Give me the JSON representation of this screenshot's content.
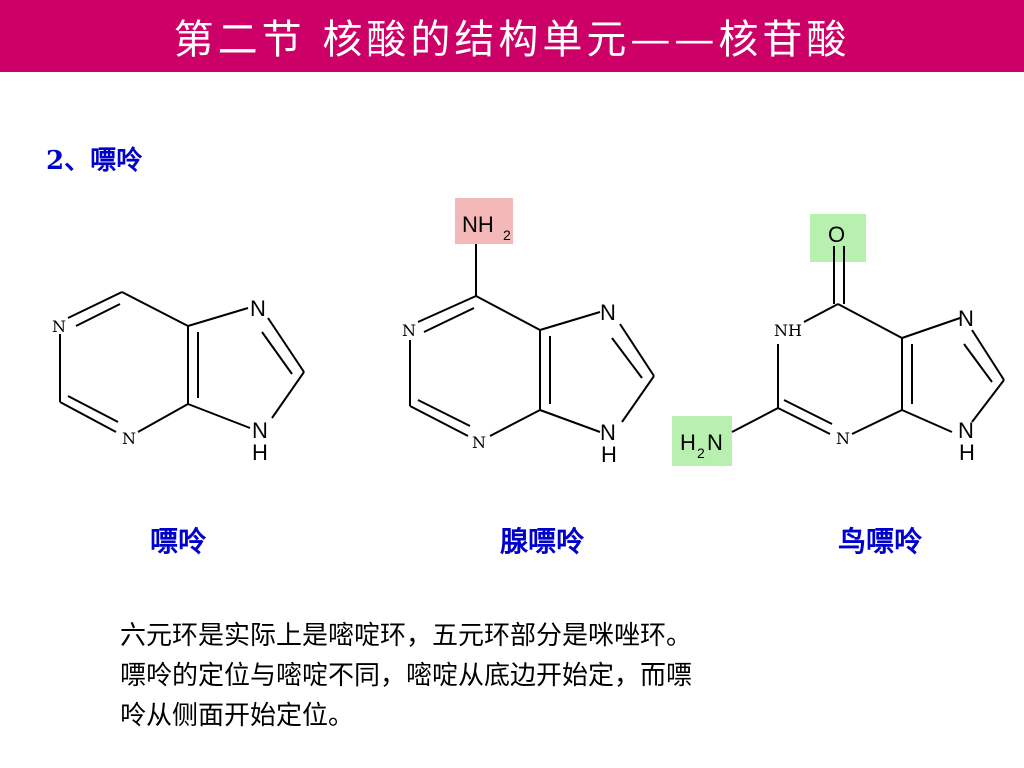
{
  "header": {
    "title": "第二节  核酸的结构单元——核苷酸",
    "background_color": "#cc0066"
  },
  "section": {
    "heading": "2、嘌呤",
    "heading_color": "#0000cc"
  },
  "structures": {
    "purine": {
      "name": "嘌呤",
      "atoms": {
        "n1": "N",
        "n3": "N",
        "n7": "N",
        "n9": "N",
        "h9": "H"
      }
    },
    "adenine": {
      "name": "腺嘌呤",
      "atoms": {
        "n1": "N",
        "n3": "N",
        "n7": "N",
        "n9": "N",
        "h9": "H",
        "sub": "NH",
        "sub_sub": "2"
      },
      "highlight_color": "#f4b8b8"
    },
    "guanine": {
      "name": "鸟嘌呤",
      "atoms": {
        "o": "O",
        "nh1": "NH",
        "n3": "N",
        "n7": "N",
        "n9": "N",
        "h9": "H",
        "amine_h": "H",
        "amine_sub": "2",
        "amine_n": "N"
      },
      "highlight_color": "#b8f0b0"
    },
    "label_color": "#0000cc"
  },
  "note": {
    "line1": "六元环是实际上是嘧啶环，五元环部分是咪唑环。",
    "line2": "嘌呤的定位与嘧啶不同，嘧啶从底边开始定，而嘌",
    "line3": "呤从侧面开始定位。"
  }
}
